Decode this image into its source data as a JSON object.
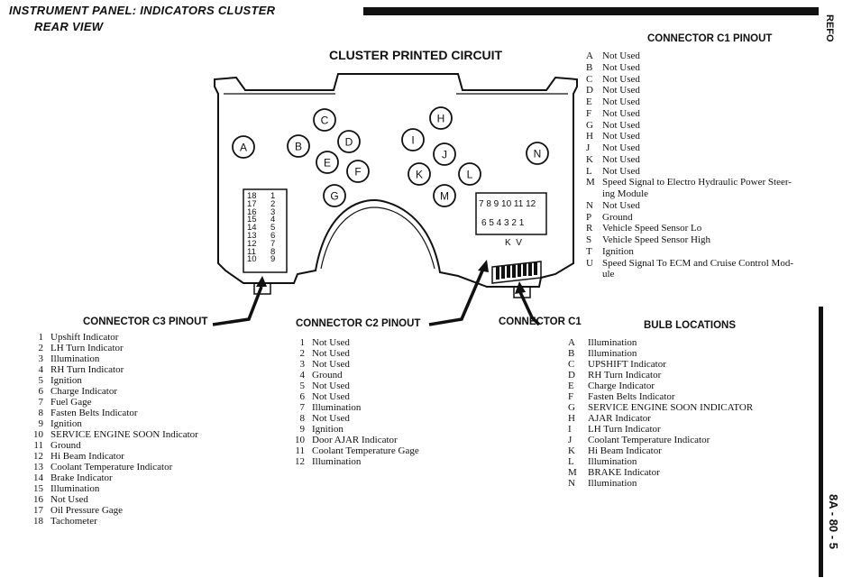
{
  "header": {
    "title": "INSTRUMENT PANEL: INDICATORS CLUSTER",
    "subtitle": "REAR VIEW",
    "corner_tab": "REFO",
    "page_number": "8A - 80 - 5"
  },
  "diagram": {
    "title": "CLUSTER PRINTED CIRCUIT",
    "bulb_circles": [
      "A",
      "B",
      "C",
      "D",
      "E",
      "F",
      "G",
      "H",
      "I",
      "J",
      "K",
      "L",
      "M",
      "N"
    ],
    "c3_block_left": [
      "18",
      "17",
      "16",
      "15",
      "14",
      "13",
      "12",
      "11",
      "10"
    ],
    "c3_block_right": [
      "1",
      "2",
      "3",
      "4",
      "5",
      "6",
      "7",
      "8",
      "9"
    ],
    "c2_block_top": "7 8 9 10 11 12",
    "c2_block_bottom": "6 5 4 3 2 1",
    "c1_marks": "K  V"
  },
  "callouts": {
    "c3": "CONNECTOR C3 PINOUT",
    "c2": "CONNECTOR C2 PINOUT",
    "c1": "CONNECTOR C1"
  },
  "c1_pinout": {
    "heading": "CONNECTOR C1 PINOUT",
    "items": [
      {
        "pin": "A",
        "desc": "Not Used"
      },
      {
        "pin": "B",
        "desc": "Not Used"
      },
      {
        "pin": "C",
        "desc": "Not Used"
      },
      {
        "pin": "D",
        "desc": "Not Used"
      },
      {
        "pin": "E",
        "desc": "Not Used"
      },
      {
        "pin": "F",
        "desc": "Not Used"
      },
      {
        "pin": "G",
        "desc": "Not Used"
      },
      {
        "pin": "H",
        "desc": "Not Used"
      },
      {
        "pin": "J",
        "desc": "Not Used"
      },
      {
        "pin": "K",
        "desc": "Not Used"
      },
      {
        "pin": "L",
        "desc": "Not Used"
      },
      {
        "pin": "M",
        "desc": "Speed Signal to Electro Hydraulic Power Steer-"
      },
      {
        "pin": "",
        "desc": "ing Module"
      },
      {
        "pin": "N",
        "desc": "Not Used"
      },
      {
        "pin": "P",
        "desc": "Ground"
      },
      {
        "pin": "R",
        "desc": "Vehicle Speed Sensor Lo"
      },
      {
        "pin": "S",
        "desc": "Vehicle Speed Sensor High"
      },
      {
        "pin": "T",
        "desc": "Ignition"
      },
      {
        "pin": "U",
        "desc": "Speed Signal To ECM and Cruise Control Mod-"
      },
      {
        "pin": "",
        "desc": "ule"
      }
    ]
  },
  "c3_pinout": {
    "items": [
      {
        "pin": "1",
        "desc": "Upshift Indicator"
      },
      {
        "pin": "2",
        "desc": "LH Turn Indicator"
      },
      {
        "pin": "3",
        "desc": "Illumination"
      },
      {
        "pin": "4",
        "desc": "RH Turn Indicator"
      },
      {
        "pin": "5",
        "desc": "Ignition"
      },
      {
        "pin": "6",
        "desc": "Charge Indicator"
      },
      {
        "pin": "7",
        "desc": "Fuel Gage"
      },
      {
        "pin": "8",
        "desc": "Fasten Belts Indicator"
      },
      {
        "pin": "9",
        "desc": "Ignition"
      },
      {
        "pin": "10",
        "desc": "SERVICE ENGINE SOON Indicator"
      },
      {
        "pin": "11",
        "desc": "Ground"
      },
      {
        "pin": "12",
        "desc": "Hi Beam Indicator"
      },
      {
        "pin": "13",
        "desc": "Coolant Temperature Indicator"
      },
      {
        "pin": "14",
        "desc": "Brake Indicator"
      },
      {
        "pin": "15",
        "desc": "Illumination"
      },
      {
        "pin": "16",
        "desc": "Not Used"
      },
      {
        "pin": "17",
        "desc": "Oil Pressure Gage"
      },
      {
        "pin": "18",
        "desc": "Tachometer"
      }
    ]
  },
  "c2_pinout": {
    "items": [
      {
        "pin": "1",
        "desc": "Not Used"
      },
      {
        "pin": "2",
        "desc": "Not Used"
      },
      {
        "pin": "3",
        "desc": "Not Used"
      },
      {
        "pin": "4",
        "desc": "Ground"
      },
      {
        "pin": "5",
        "desc": "Not Used"
      },
      {
        "pin": "6",
        "desc": "Not Used"
      },
      {
        "pin": "7",
        "desc": "Illumination"
      },
      {
        "pin": "8",
        "desc": "Not Used"
      },
      {
        "pin": "9",
        "desc": "Ignition"
      },
      {
        "pin": "10",
        "desc": "Door AJAR Indicator"
      },
      {
        "pin": "11",
        "desc": "Coolant Temperature Gage"
      },
      {
        "pin": "12",
        "desc": "Illumination"
      }
    ]
  },
  "bulb_locations": {
    "heading": "BULB LOCATIONS",
    "items": [
      {
        "pin": "A",
        "desc": "Illumination"
      },
      {
        "pin": "B",
        "desc": "Illumination"
      },
      {
        "pin": "C",
        "desc": "UPSHIFT Indicator"
      },
      {
        "pin": "D",
        "desc": "RH Turn Indicator"
      },
      {
        "pin": "E",
        "desc": "Charge Indicator"
      },
      {
        "pin": "F",
        "desc": "Fasten Belts Indicator"
      },
      {
        "pin": "G",
        "desc": "SERVICE ENGINE SOON INDICATOR"
      },
      {
        "pin": "H",
        "desc": "AJAR Indicator"
      },
      {
        "pin": "I",
        "desc": "LH Turn Indicator"
      },
      {
        "pin": "J",
        "desc": "Coolant Temperature Indicator"
      },
      {
        "pin": "K",
        "desc": "Hi Beam Indicator"
      },
      {
        "pin": "L",
        "desc": "Illumination"
      },
      {
        "pin": "M",
        "desc": "BRAKE Indicator"
      },
      {
        "pin": "N",
        "desc": "Illumination"
      }
    ]
  }
}
